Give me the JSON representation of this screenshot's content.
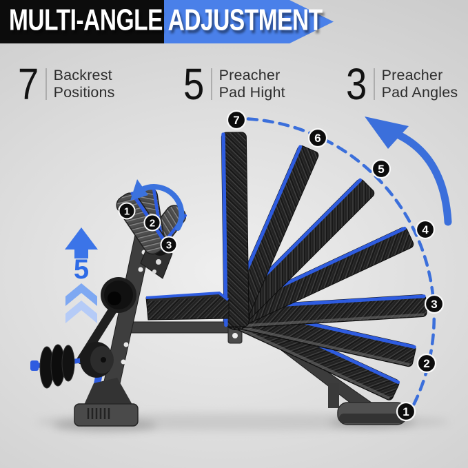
{
  "banner": {
    "title": "MULTI-ANGLE ADJUSTMENT"
  },
  "features": [
    {
      "number": "7",
      "line1": "Backrest",
      "line2": "Positions"
    },
    {
      "number": "5",
      "line1": "Preacher",
      "line2": "Pad Hight"
    },
    {
      "number": "3",
      "line1": "Preacher",
      "line2": "Pad Angles"
    }
  ],
  "diagram": {
    "backrest_badges": [
      "1",
      "2",
      "3",
      "4",
      "5",
      "6",
      "7"
    ],
    "preacher_badges": [
      "1",
      "2",
      "3"
    ],
    "height_indicator": "5"
  },
  "colors": {
    "banner_blue": "#4a80e9",
    "accent_blue": "#2e5ce0",
    "arrow_blue": "#3b6fdb",
    "badge_black": "#0c0c0c",
    "background_gray": "#dedede"
  }
}
